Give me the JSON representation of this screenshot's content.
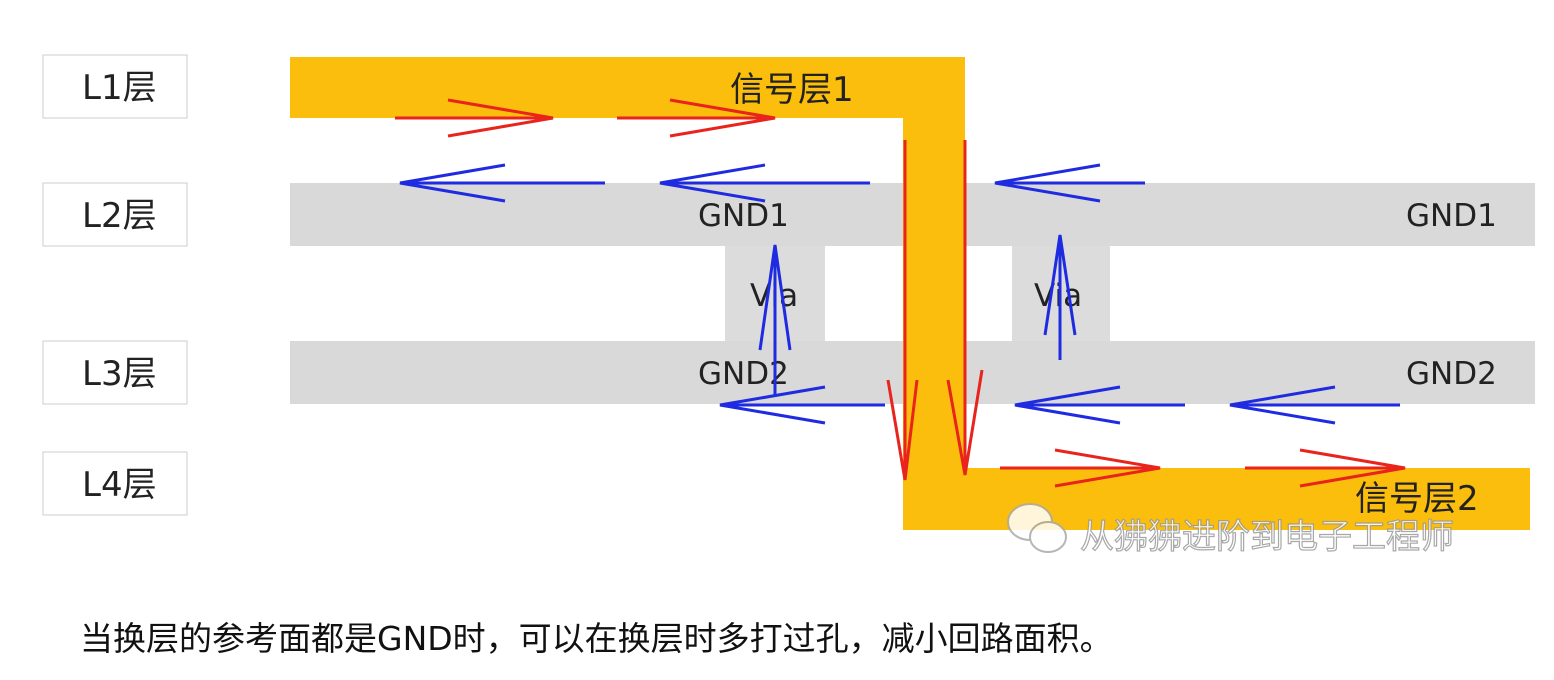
{
  "layers": [
    {
      "label": "L1层"
    },
    {
      "label": "L2层"
    },
    {
      "label": "L3层"
    },
    {
      "label": "L4层"
    }
  ],
  "planes": {
    "signal1": "信号层1",
    "signal2": "信号层2",
    "gnd1": "GND1",
    "gnd2": "GND2",
    "via": "Via"
  },
  "colors": {
    "signal": "#FBBE0C",
    "ground": "#D9D9D9",
    "forward_current": "#E8241C",
    "return_current": "#1E2BE0"
  },
  "watermark": "从狒狒进阶到电子工程师",
  "caption": "当换层的参考面都是GND时，可以在换层时多打过孔，减小回路面积。"
}
